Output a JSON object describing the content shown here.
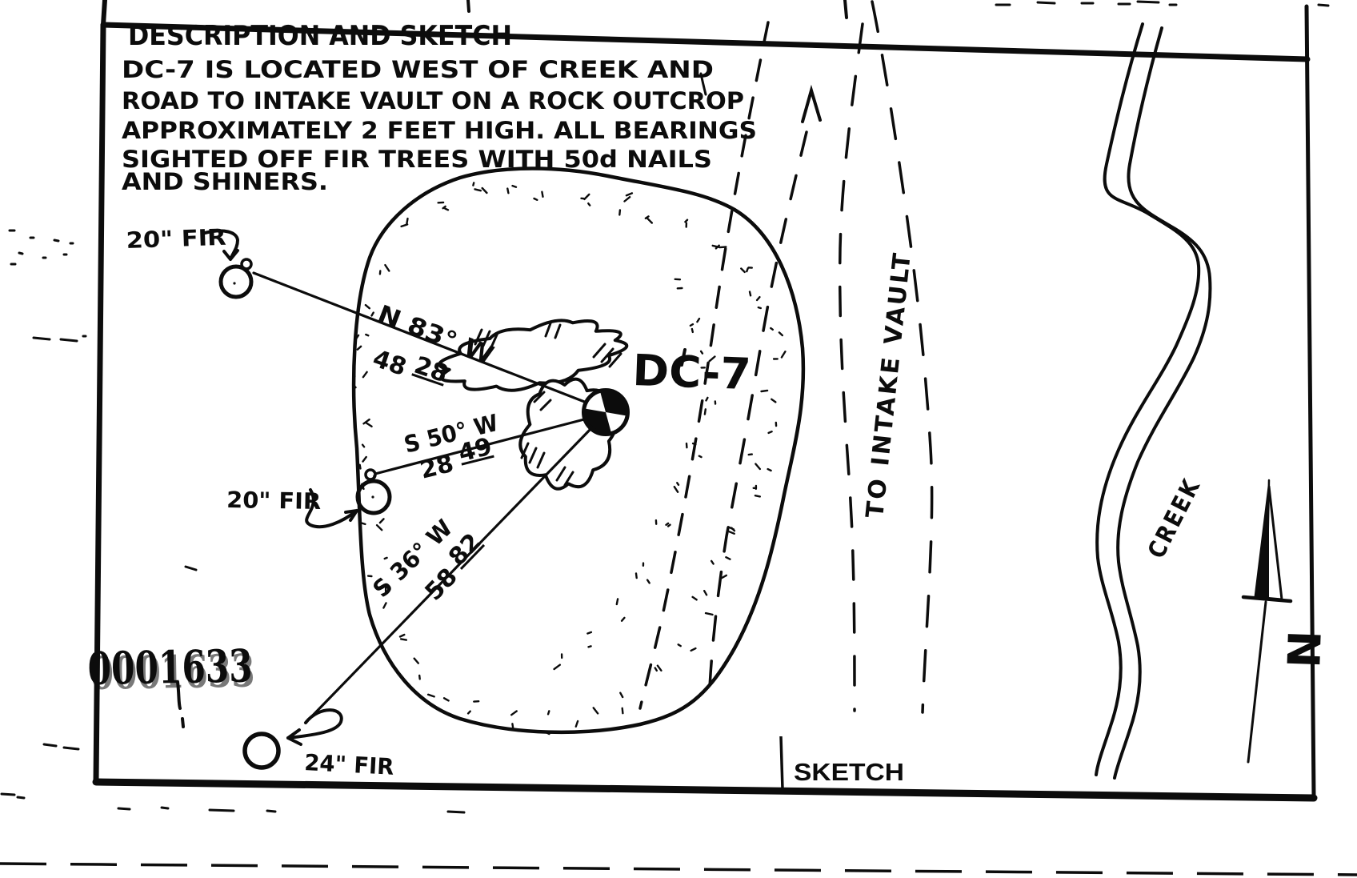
{
  "colors": {
    "ink": "#0c0c0c",
    "paper": "#ffffff"
  },
  "form": {
    "title": "DESCRIPTION AND SKETCH",
    "description_lines": [
      "DC-7 IS LOCATED WEST OF CREEK AND",
      "ROAD TO INTAKE VAULT ON A ROCK OUTCROP",
      "APPROXIMATELY 2 FEET HIGH. ALL BEARINGS",
      "SIGHTED OFF FIR TREES WITH 50d NAILS",
      "AND SHINERS."
    ],
    "section_label": "SKETCH",
    "stamp_number": "0001633"
  },
  "sketch": {
    "station_label": "DC-7",
    "road_label": "TO INTAKE VAULT",
    "creek_label": "CREEK",
    "north_label": "N",
    "trees": [
      {
        "label": "20\" FIR"
      },
      {
        "label": "20\" FIR"
      },
      {
        "label": "24\" FIR"
      }
    ],
    "bearings": [
      {
        "direction": "N 83° W",
        "distance_whole": "48",
        "distance_frac": "28"
      },
      {
        "direction": "S 50° W",
        "distance_whole": "28",
        "distance_frac": "49"
      },
      {
        "direction": "S 36° W",
        "distance_whole": "58",
        "distance_frac": "82"
      }
    ]
  }
}
